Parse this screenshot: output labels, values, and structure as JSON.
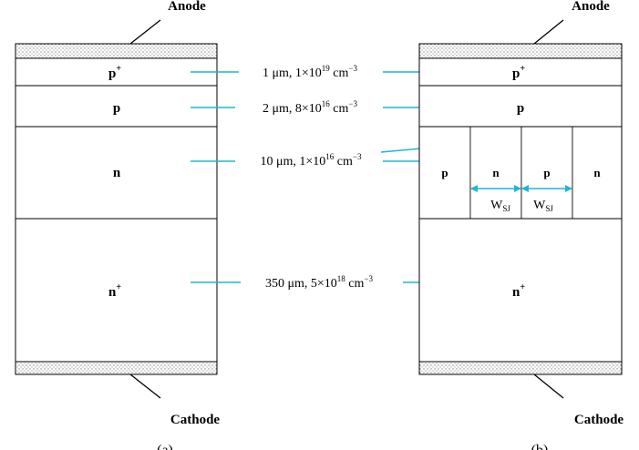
{
  "colors": {
    "outline": "#000000",
    "leader": "#1fb6d4",
    "hatch": "#777777",
    "background": "#ffffff"
  },
  "device_a": {
    "anode_label": "Anode",
    "cathode_label": "Cathode",
    "caption": "(a)",
    "regions": [
      {
        "base": "p",
        "sup": "+"
      },
      {
        "base": "p",
        "sup": ""
      },
      {
        "base": "n",
        "sup": ""
      },
      {
        "base": "n",
        "sup": "+"
      }
    ]
  },
  "device_b": {
    "anode_label": "Anode",
    "cathode_label": "Cathode",
    "caption": "(b)",
    "regions": [
      {
        "base": "p",
        "sup": "+"
      },
      {
        "base": "p",
        "sup": ""
      },
      {
        "base": "n",
        "sup": "+"
      }
    ],
    "pillars": [
      "p",
      "n",
      "p",
      "n"
    ],
    "width_label": {
      "base": "W",
      "sub": "SJ"
    }
  },
  "annotations": [
    {
      "thickness": "1 μm, 1×10",
      "exp": "19",
      "unit": " cm",
      "unit_exp": "−3"
    },
    {
      "thickness": "2 μm, 8×10",
      "exp": "16",
      "unit": " cm",
      "unit_exp": "−3"
    },
    {
      "thickness": "10 μm, 1×10",
      "exp": "16",
      "unit": " cm",
      "unit_exp": "−3"
    },
    {
      "thickness": "350 μm, 5×10",
      "exp": "18",
      "unit": " cm",
      "unit_exp": "−3"
    }
  ]
}
